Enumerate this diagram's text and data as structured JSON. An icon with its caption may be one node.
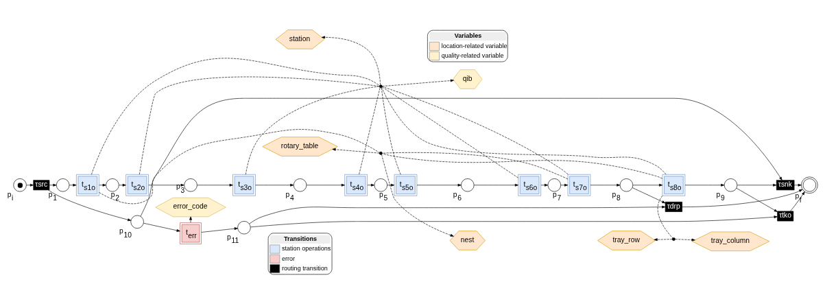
{
  "diagram": {
    "nodes": [
      {
        "text": [
          "station"
        ]
      },
      {
        "text": [
          "qib"
        ]
      },
      {
        "text": [
          "tray_row"
        ]
      },
      {
        "text": [
          "tray_column"
        ]
      },
      {
        "text": [],
        "shape": "dot"
      },
      {
        "text": [],
        "shape": "dot"
      },
      {
        "text": [],
        "shape": "circle",
        "beside": [
          "p$_{i}$"
        ]
      },
      {
        "text": [
          "τsrc"
        ]
      },
      {
        "text": [],
        "shape": "circle",
        "beside": [
          "p$_{1}$"
        ]
      },
      {
        "text": [
          "t$_{s1o}$"
        ]
      },
      {
        "text": [],
        "shape": "circle",
        "beside": [
          "p$_{2}$"
        ]
      },
      {
        "text": [
          "t$_{s2o}$"
        ]
      },
      {
        "text": [],
        "shape": "circle",
        "beside": [
          "p$_{3}$"
        ]
      },
      {
        "text": [
          "t$_{s3o}$"
        ]
      },
      {
        "text": [],
        "shape": "circle",
        "beside": [
          "p$_{4}$"
        ]
      },
      {
        "text": [
          "t$_{s4o}$"
        ]
      },
      {
        "text": [],
        "shape": "circle",
        "beside": [
          "p$_{5}$"
        ]
      },
      {
        "text": [
          "t$_{s5o}$"
        ]
      },
      {
        "text": [],
        "shape": "circle",
        "beside": [
          "p$_{6}$"
        ]
      },
      {
        "text": [
          "t$_{s6o}$"
        ]
      },
      {
        "text": [],
        "shape": "circle",
        "beside": [
          "p$_{7}$"
        ]
      },
      {
        "text": [
          "t$_{s7o}$"
        ]
      },
      {
        "text": [],
        "shape": "circle",
        "beside": [
          "p$_{8}$"
        ]
      },
      {
        "text": [
          "t$_{s8o}$"
        ]
      },
      {
        "text": [],
        "shape": "circle",
        "beside": [
          "p$_{9}$"
        ]
      },
      {
        "text": [
          "τsnk"
        ]
      },
      {
        "text": [],
        "shape": "circle",
        "beside": [
          "p$_{f}$"
        ]
      },
      {
        "text": [],
        "shape": "dot"
      },
      {
        "text": [
          "τdrp"
        ]
      },
      {
        "text": [
          "error_code"
        ]
      },
      {
        "text": [
          "rotary_table"
        ]
      },
      {
        "text": [
          "nest"
        ]
      },
      {
        "text": [
          "τtko"
        ]
      },
      {
        "text": [],
        "shape": "circle",
        "beside": [
          "p$_{10}$"
        ]
      },
      {
        "text": [
          "t$_{err}$"
        ]
      },
      {
        "text": [],
        "shape": "circle",
        "beside": [
          "p$_{11}$"
        ]
      }
    ],
    "edges": [
      {
        "from": 6,
        "to": 7,
        "arrow": "to"
      },
      {
        "from": 7,
        "to": 8,
        "arrow": "to"
      },
      {
        "from": 8,
        "to": 9,
        "arrow": "to"
      },
      {
        "from": 9,
        "to": 10,
        "arrow": "to"
      },
      {
        "from": 10,
        "to": 11,
        "arrow": "to"
      },
      {
        "from": 11,
        "to": 12,
        "arrow": "to"
      },
      {
        "from": 12,
        "to": 13,
        "arrow": "to"
      },
      {
        "from": 13,
        "to": 14,
        "arrow": "to"
      },
      {
        "from": 14,
        "to": 15,
        "arrow": "to"
      },
      {
        "from": 15,
        "to": 16,
        "arrow": "to"
      },
      {
        "from": 16,
        "to": 17,
        "arrow": "to"
      },
      {
        "from": 17,
        "to": 18,
        "arrow": "to"
      },
      {
        "from": 18,
        "to": 19,
        "arrow": "to"
      },
      {
        "from": 19,
        "to": 20,
        "arrow": "to"
      },
      {
        "from": 20,
        "to": 21,
        "arrow": "to"
      },
      {
        "from": 21,
        "to": 22,
        "arrow": "to"
      },
      {
        "from": 22,
        "to": 23,
        "arrow": "to"
      },
      {
        "from": 23,
        "to": 24,
        "arrow": "to"
      },
      {
        "from": 24,
        "to": 25,
        "arrow": "to"
      },
      {
        "from": 25,
        "to": 26,
        "arrow": "to"
      },
      {
        "from": 7,
        "to": 33,
        "arrow": "to"
      },
      {
        "from": 33,
        "to": 34,
        "arrow": "to"
      },
      {
        "from": 34,
        "to": 35,
        "arrow": "to"
      },
      {
        "from": 35,
        "to": 28,
        "arrow": "to"
      },
      {
        "from": 35,
        "to": 32,
        "arrow": "to"
      },
      {
        "from": 33,
        "to": 25,
        "arrow": "to"
      },
      {
        "from": 22,
        "to": 28,
        "arrow": "to"
      },
      {
        "from": 24,
        "to": 32,
        "arrow": "to"
      },
      {
        "from": 28,
        "to": 26,
        "arrow": "to"
      },
      {
        "from": 32,
        "to": 26,
        "arrow": "to"
      },
      {
        "from": 9,
        "to": 4,
        "arrow": "none",
        "style": "dashed"
      },
      {
        "from": 11,
        "to": 4,
        "arrow": "none",
        "style": "dashed"
      },
      {
        "from": 13,
        "to": 4,
        "arrow": "none",
        "style": "dashed"
      },
      {
        "from": 15,
        "to": 4,
        "arrow": "none",
        "style": "dashed"
      },
      {
        "from": 17,
        "to": 4,
        "arrow": "none",
        "style": "dashed"
      },
      {
        "from": 19,
        "to": 4,
        "arrow": "none",
        "style": "dashed"
      },
      {
        "from": 21,
        "to": 4,
        "arrow": "none",
        "style": "dashed"
      },
      {
        "from": 23,
        "to": 4,
        "arrow": "none",
        "style": "dashed"
      },
      {
        "from": 4,
        "to": 0,
        "arrow": "to",
        "style": "dashed"
      },
      {
        "from": 4,
        "to": 1,
        "arrow": "to",
        "style": "dashed"
      },
      {
        "from": 23,
        "to": 5,
        "arrow": "none",
        "style": "dashed"
      },
      {
        "from": 5,
        "to": 2,
        "arrow": "to",
        "style": "dashed"
      },
      {
        "from": 5,
        "to": 3,
        "arrow": "to",
        "style": "dashed"
      },
      {
        "from": 9,
        "to": 27,
        "arrow": "none",
        "style": "dashed"
      },
      {
        "from": 21,
        "to": 27,
        "arrow": "none",
        "style": "dashed"
      },
      {
        "from": 23,
        "to": 27,
        "arrow": "none",
        "style": "dashed"
      },
      {
        "from": 27,
        "to": 30,
        "arrow": "to",
        "style": "dashed"
      },
      {
        "from": 27,
        "to": 31,
        "arrow": "to",
        "style": "dashed"
      },
      {
        "from": 34,
        "to": 29,
        "arrow": "to",
        "style": "dashed"
      }
    ],
    "labels": [
      "Transitions",
      "Variables"
    ],
    "legend": [
      {
        "text": "station operations",
        "color": "#dae8fc"
      },
      {
        "text": "error",
        "color": "#f8cecc"
      },
      {
        "text": "routing transition",
        "color": "#000000"
      },
      {
        "text": "location-related variable",
        "color": "#ffe6cc"
      },
      {
        "text": "quality-related variable",
        "color": "#fff2cc"
      }
    ]
  }
}
